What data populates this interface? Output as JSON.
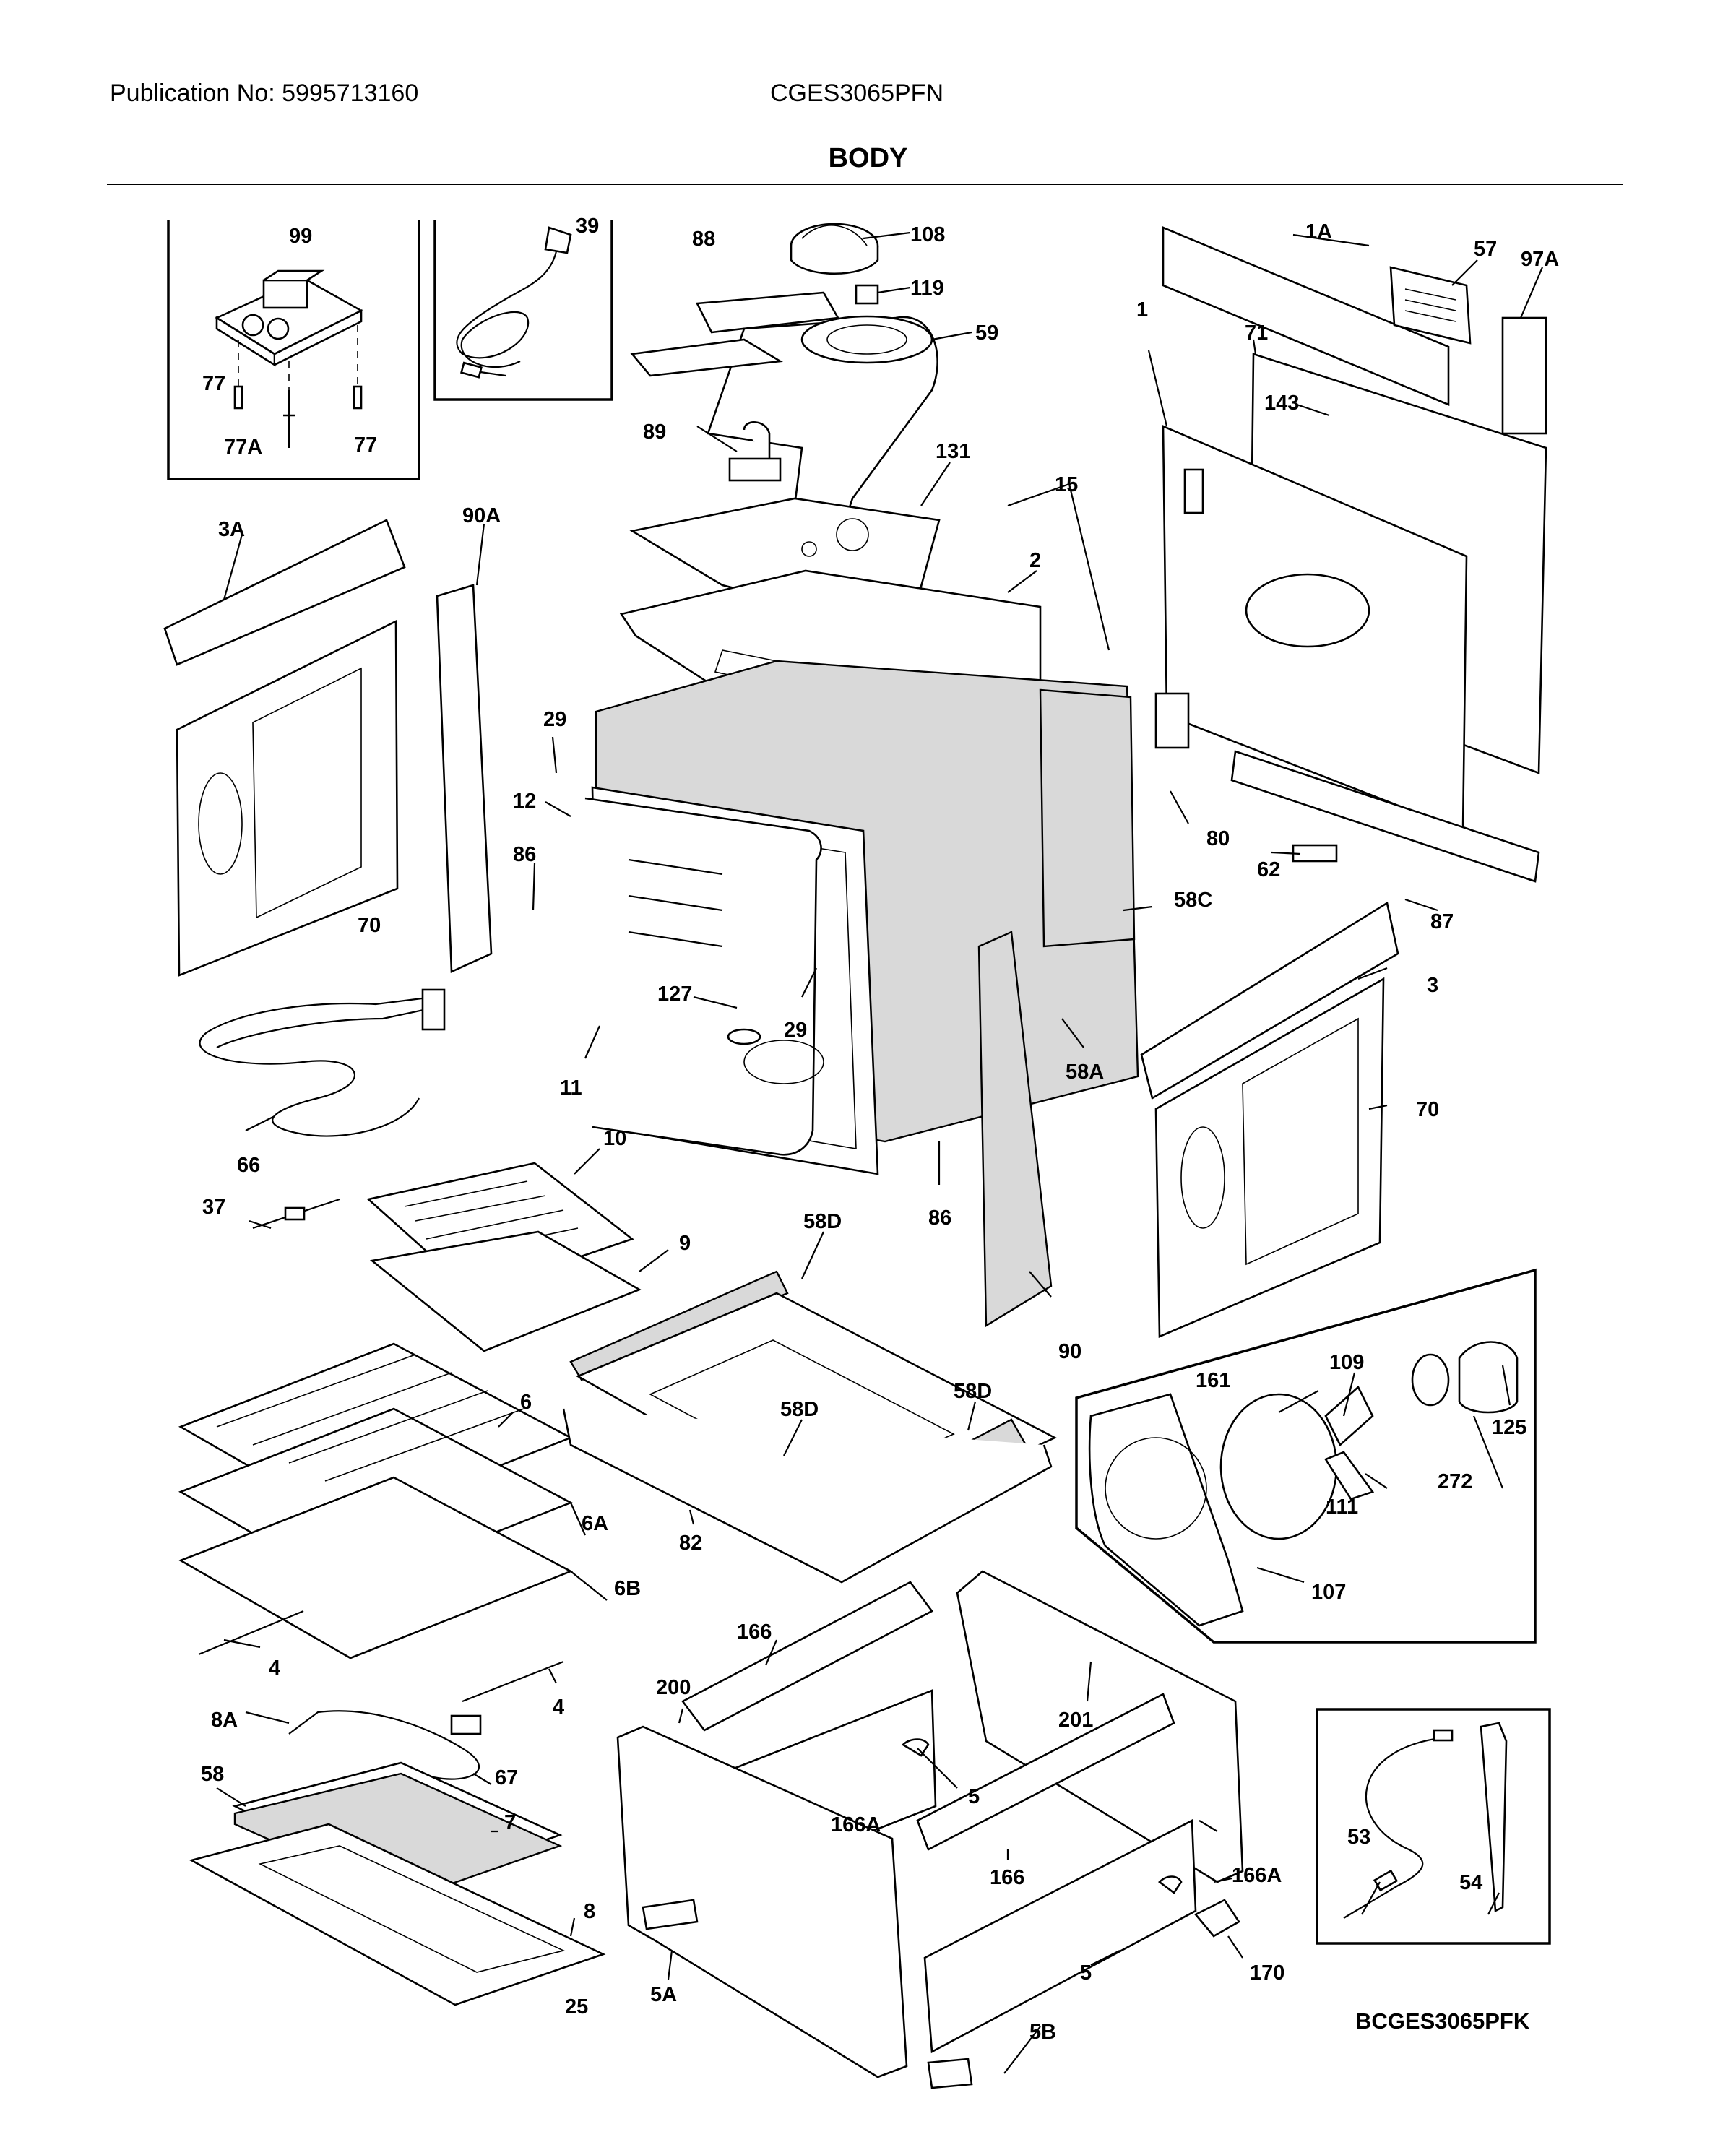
{
  "header": {
    "publication": "Publication No: 5995713160",
    "model": "CGES3065PFN",
    "section_title": "BODY"
  },
  "diagram": {
    "code": "BCGES3065PFK",
    "callouts": {
      "c99": "99",
      "c39": "39",
      "c77a": "77",
      "c77b": "77",
      "c77A": "77A",
      "c88": "88",
      "c108": "108",
      "c119": "119",
      "c59": "59",
      "c89": "89",
      "c131": "131",
      "c15": "15",
      "c2": "2",
      "c1A": "1A",
      "c57": "57",
      "c97A": "97A",
      "c1": "1",
      "c71": "71",
      "c143": "143",
      "c3A": "3A",
      "c90A": "90A",
      "c70a": "70",
      "c29a": "29",
      "c12": "12",
      "c86a": "86",
      "c127": "127",
      "c29b": "29",
      "c11": "11",
      "c80": "80",
      "c62": "62",
      "c58C": "58C",
      "c87": "87",
      "c3": "3",
      "c58A": "58A",
      "c70b": "70",
      "c66": "66",
      "c10": "10",
      "c37": "37",
      "c9": "9",
      "c58Da": "58D",
      "c86b": "86",
      "c90": "90",
      "c6": "6",
      "c58Db": "58D",
      "c58Dc": "58D",
      "c6A": "6A",
      "c6B": "6B",
      "c82": "82",
      "c4a": "4",
      "c4b": "4",
      "c109": "109",
      "c161": "161",
      "c125": "125",
      "c272": "272",
      "c111": "111",
      "c107": "107",
      "c166a": "166",
      "c200": "200",
      "c201": "201",
      "c8A": "8A",
      "c58": "58",
      "c67": "67",
      "c7": "7",
      "c5a": "5",
      "c166Aa": "166A",
      "c166b": "166",
      "c166Ab": "166A",
      "c53": "53",
      "c54": "54",
      "c8": "8",
      "c5A": "5A",
      "c5b": "5",
      "c170": "170",
      "c25": "25",
      "c5B": "5B"
    }
  }
}
